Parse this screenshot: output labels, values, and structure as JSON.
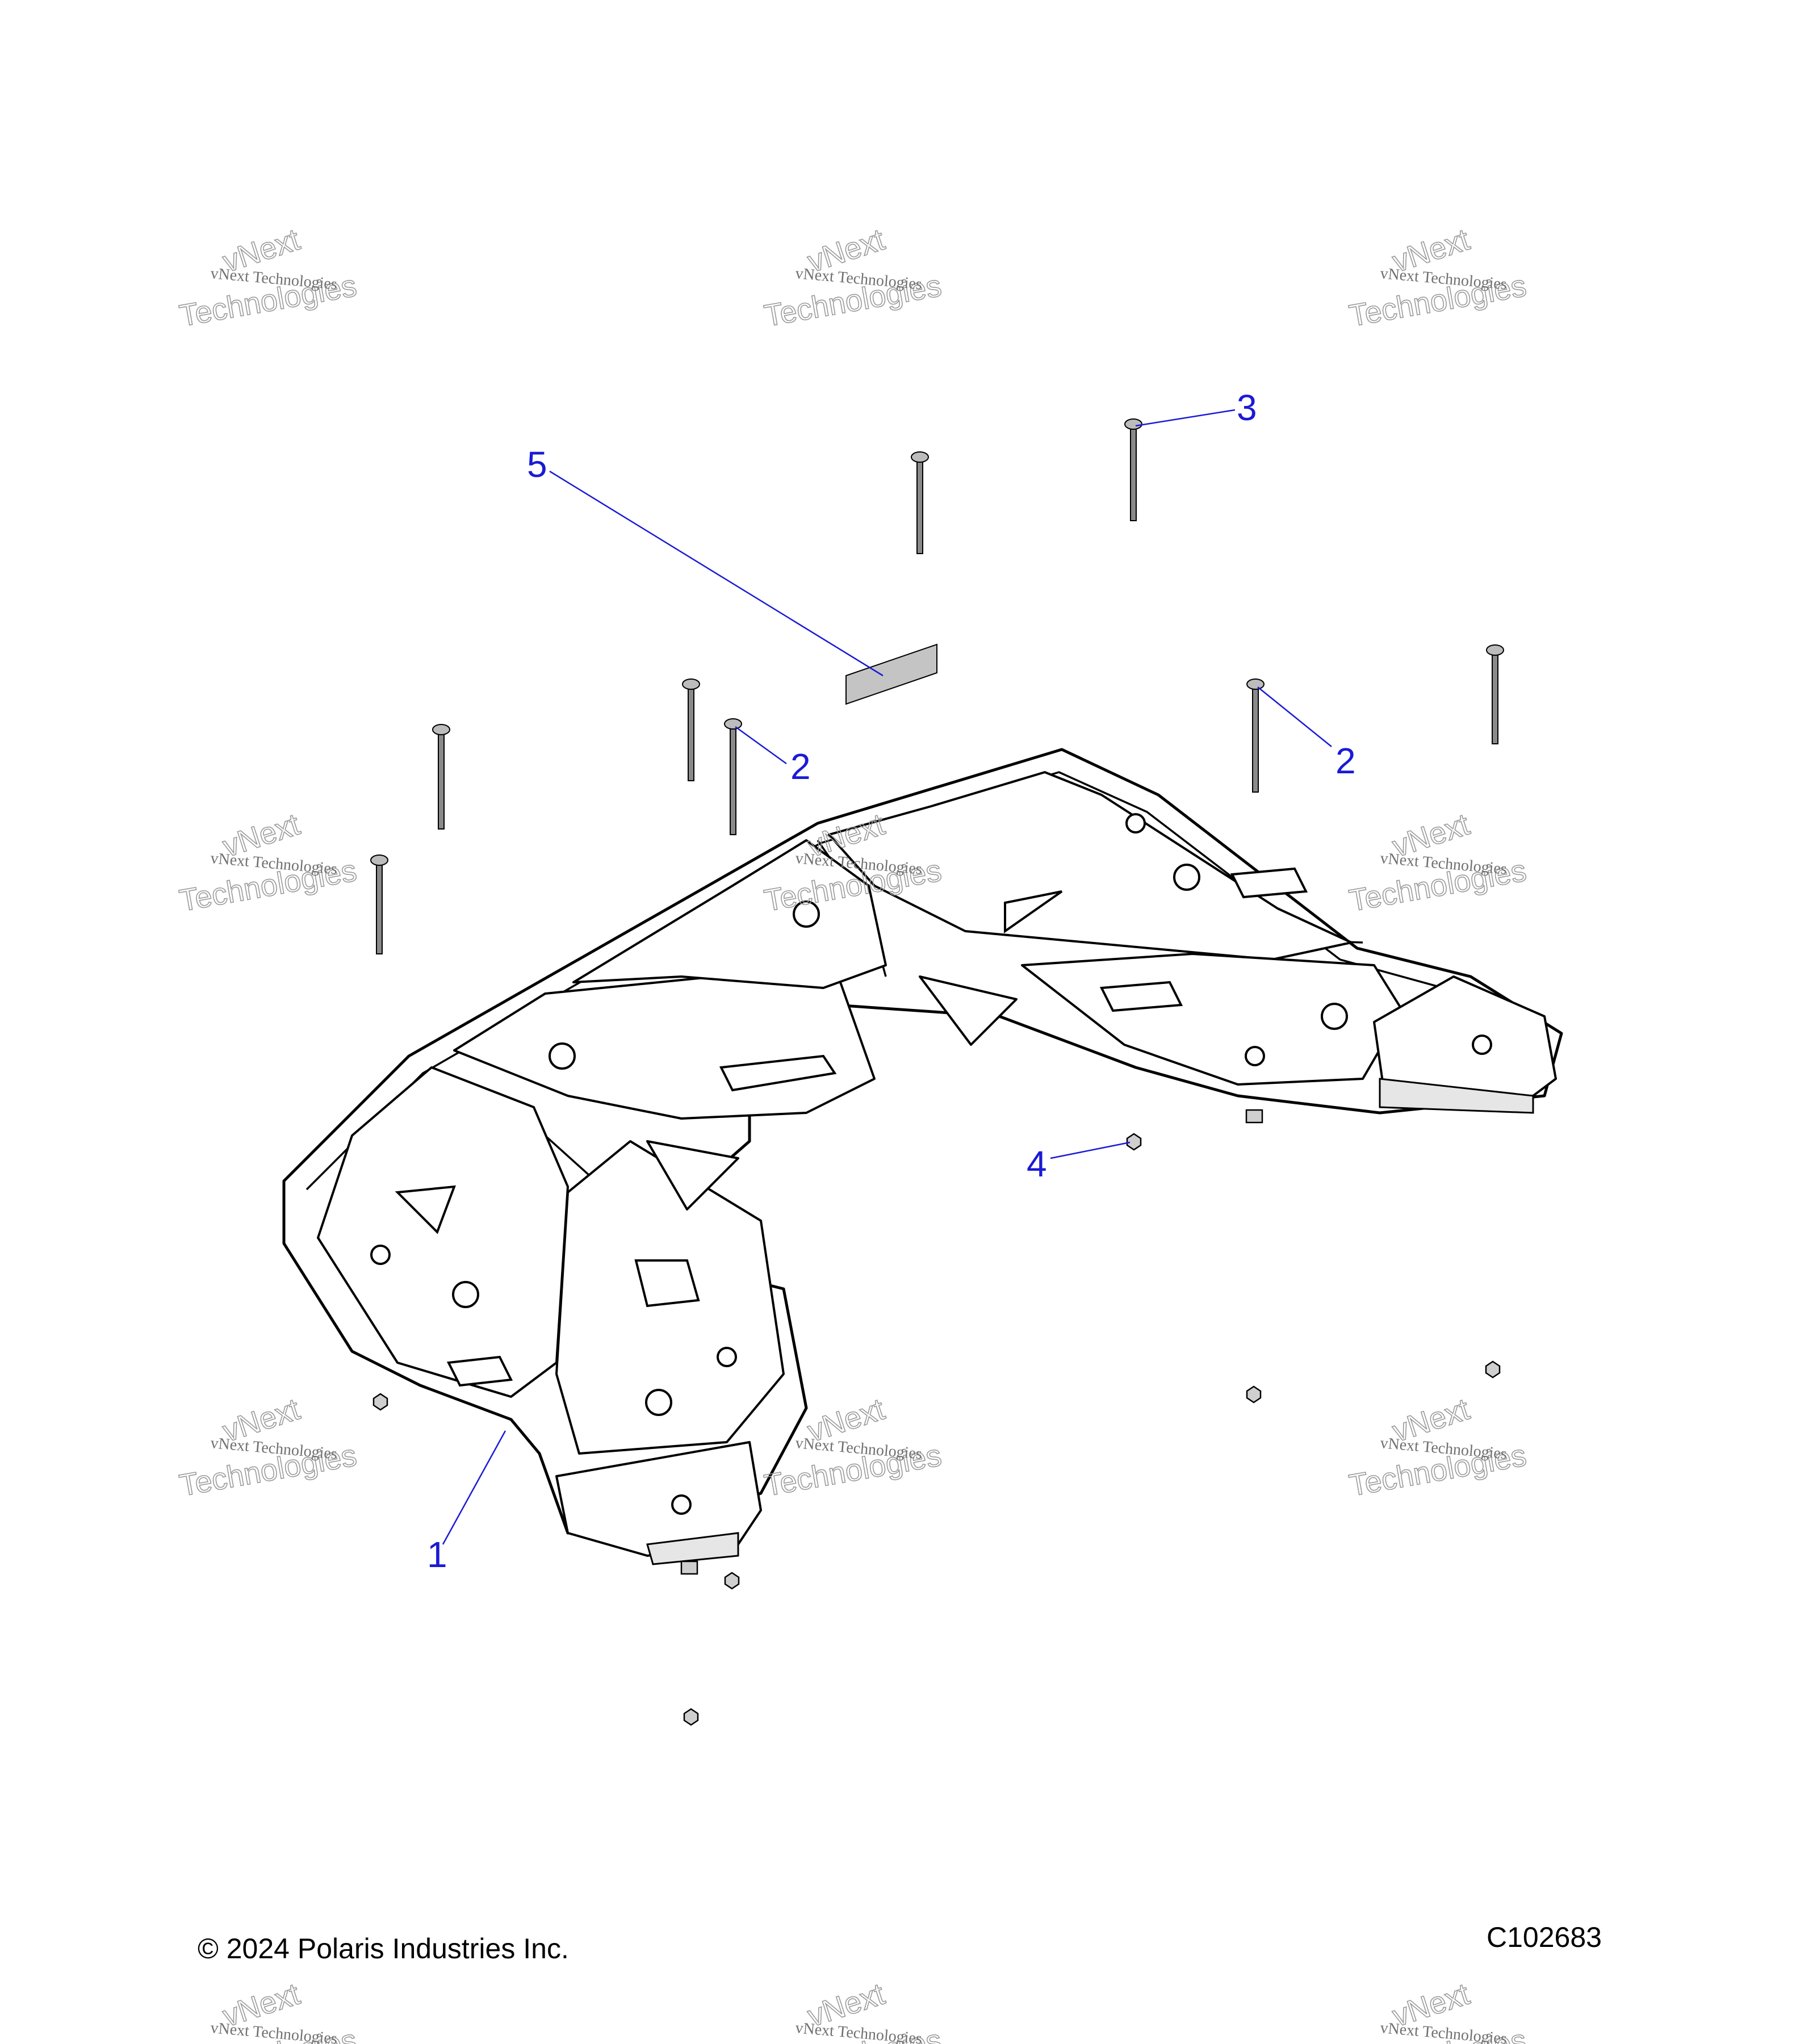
{
  "callouts": [
    {
      "id": "1",
      "label": "1"
    },
    {
      "id": "2a",
      "label": "2"
    },
    {
      "id": "2b",
      "label": "2"
    },
    {
      "id": "3",
      "label": "3"
    },
    {
      "id": "4",
      "label": "4"
    },
    {
      "id": "5",
      "label": "5"
    }
  ],
  "copyright": "© 2024 Polaris Industries Inc.",
  "diagram_code": "C102683",
  "watermark": {
    "line1": "vNext Technologies",
    "big_top": "vNext",
    "big_bottom": "Technologies"
  },
  "colors": {
    "callout": "#1a1ad6",
    "outline": "#000000",
    "fastener": "#8a8a8a"
  }
}
